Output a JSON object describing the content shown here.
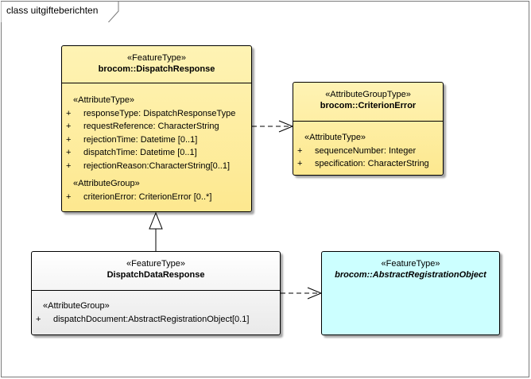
{
  "diagram": {
    "title": "class uitgifteberichten"
  },
  "classes": {
    "dispatch_response": {
      "stereotype": "«FeatureType»",
      "name": "brocom::DispatchResponse",
      "sections": [
        {
          "label": "«AttributeType»",
          "attributes": [
            {
              "vis": "+",
              "text": "responseType: DispatchResponseType"
            },
            {
              "vis": "+",
              "text": "requestReference: CharacterString"
            },
            {
              "vis": "+",
              "text": "rejectionTime: Datetime [0..1]"
            },
            {
              "vis": "+",
              "text": "dispatchTime: Datetime [0..1]"
            },
            {
              "vis": "+",
              "text": "rejectionReason:CharacterString[0..1]"
            }
          ]
        },
        {
          "label": "«AttributeGroup»",
          "attributes": [
            {
              "vis": "+",
              "text": "criterionError: CriterionError [0..*]"
            }
          ]
        }
      ]
    },
    "criterion_error": {
      "stereotype": "«AttributeGroupType»",
      "name": "brocom::CriterionError",
      "sections": [
        {
          "label": "«AttributeType»",
          "attributes": [
            {
              "vis": "+",
              "text": "sequenceNumber: Integer"
            },
            {
              "vis": "+",
              "text": "specification: CharacterString"
            }
          ]
        }
      ]
    },
    "dispatch_data_response": {
      "stereotype": "«FeatureType»",
      "name": "DispatchDataResponse",
      "sections": [
        {
          "label": "«AttributeGroup»",
          "attributes": [
            {
              "vis": "+",
              "text": "dispatchDocument:AbstractRegistrationObject[0.1]"
            }
          ]
        }
      ]
    },
    "abstract_registration_object": {
      "stereotype": "«FeatureType»",
      "name": "brocom::AbstractRegistrationObject"
    }
  },
  "colors": {
    "feature_type_fill": "#fde88f",
    "attribute_group_fill": "#fde88f",
    "local_class_fill": "#e9e9e9",
    "abstract_fill": "#ccffff"
  }
}
